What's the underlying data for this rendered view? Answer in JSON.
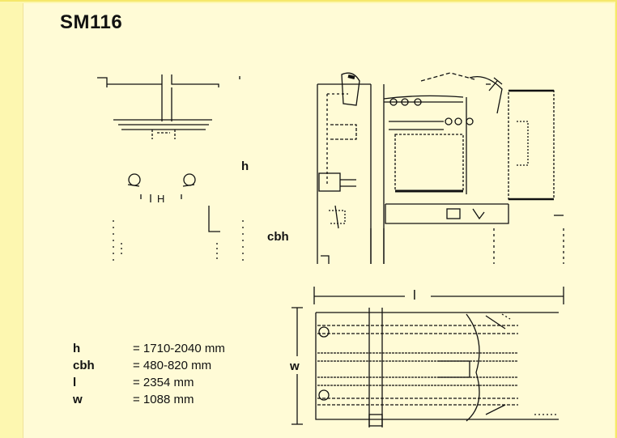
{
  "title": "SM116",
  "labels": {
    "h": "h",
    "cbh": "cbh",
    "l": "l",
    "w": "w",
    "H": "H"
  },
  "specs": [
    {
      "key": "h",
      "value": "= 1710-2040 mm"
    },
    {
      "key": "cbh",
      "value": "= 480-820 mm"
    },
    {
      "key": "l",
      "value": "= 2354 mm"
    },
    {
      "key": "w",
      "value": "= 1088 mm"
    }
  ]
}
